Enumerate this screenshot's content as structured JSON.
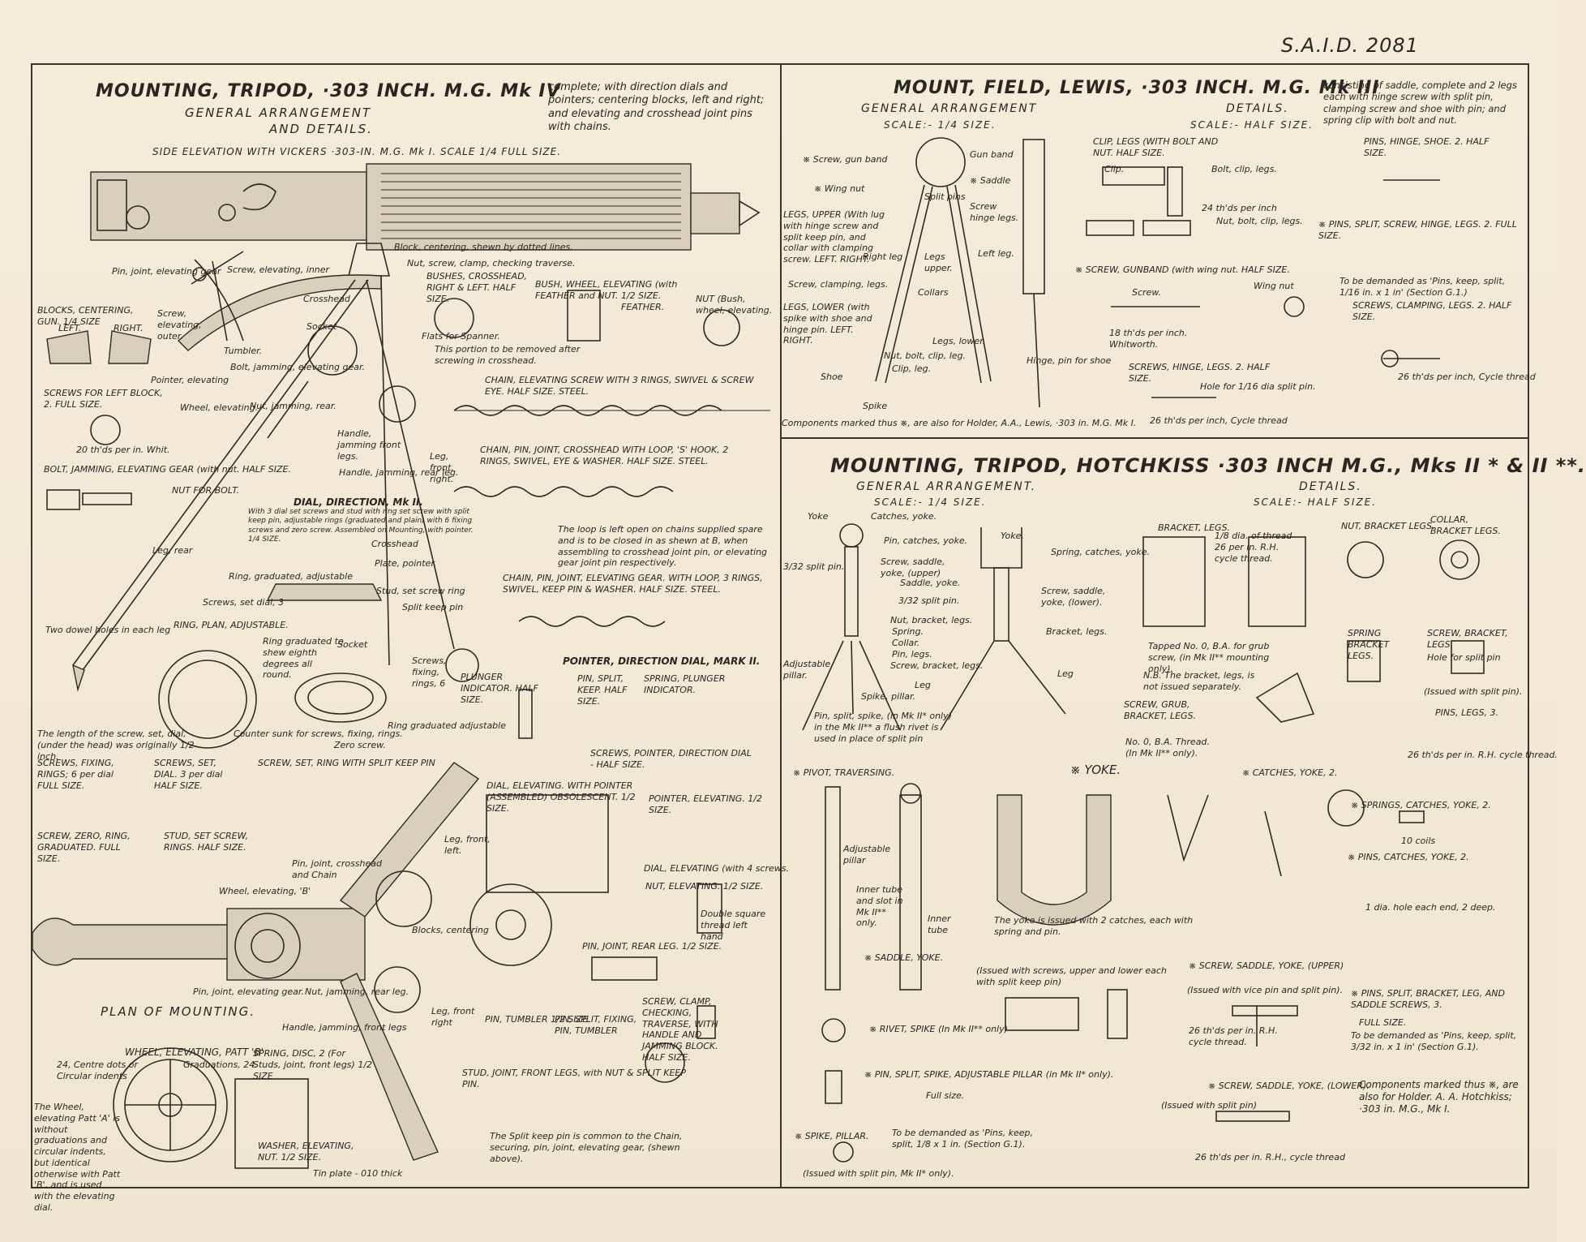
{
  "sheet_id": "S.A.I.D. 2081",
  "left": {
    "title": "MOUNTING, TRIPOD, ·303 INCH. M.G. Mk IV",
    "title_note": "complete; with direction dials and pointers; centering blocks, left and right; and elevating and crosshead joint pins with chains.",
    "subtitle1": "GENERAL ARRANGEMENT",
    "subtitle2": "AND DETAILS.",
    "side_elevation": "SIDE ELEVATION WITH VICKERS ·303-IN. M.G. Mk I. SCALE 1/4 FULL SIZE.",
    "plan": "PLAN OF MOUNTING."
  },
  "left_labels": [
    "Block, centering, shewn by dotted lines.",
    "Nut, screw, clamp, checking traverse.",
    "BUSHES, CROSSHEAD, RIGHT & LEFT. HALF SIZE.",
    "BUSH, WHEEL, ELEVATING (with FEATHER and NUT. 1/2 SIZE.",
    "NUT (Bush, wheel, elevating.",
    "FEATHER.",
    "Pin, joint, elevating gear",
    "Screw, elevating, inner",
    "Crosshead",
    "BLOCKS, CENTERING, GUN. 1/4 SIZE",
    "LEFT.",
    "RIGHT.",
    "Screw, elevating, outer.",
    "Socket",
    "Flats for Spanner.",
    "This portion to be removed after screwing in crosshead.",
    "Tumbler.",
    "Bolt, jamming, elevating gear.",
    "Pointer, elevating",
    "SCREWS FOR LEFT BLOCK, 2. FULL SIZE.",
    "20 th'ds per in. Whit.",
    "Wheel, elevating.",
    "Nut, jamming, rear.",
    "CHAIN, ELEVATING SCREW WITH 3 RINGS, SWIVEL & SCREW EYE. HALF SIZE. STEEL.",
    "Handle, jamming front legs.",
    "Handle, jamming, rear leg.",
    "Leg, front, right.",
    "BOLT, JAMMING, ELEVATING GEAR (with nut. HALF SIZE.",
    "NUT FOR BOLT.",
    "DIAL, DIRECTION, Mk II.",
    "With 3 dial set screws and stud with ring set screw with split keep pin, adjustable rings (graduated and plain) with 6 fixing screws and zero screw. Assembled on Mounting, with pointer. 1/4 SIZE.",
    "Crosshead",
    "CHAIN, PIN, JOINT, CROSSHEAD WITH LOOP, 'S' HOOK, 2 RINGS, SWIVEL, EYE & WASHER. HALF SIZE. STEEL.",
    "Leg, rear",
    "Ring, graduated, adjustable",
    "Plate, pointer.",
    "Screws, set dial, 3",
    "Stud, set screw ring",
    "Split keep pin",
    "Two dowel holes in each leg",
    "RING, PLAN, ADJUSTABLE.",
    "Ring graduated to shew eighth degrees all round.",
    "Socket",
    "Screws, fixing, rings, 6",
    "Counter sunk for screws, fixing, rings.",
    "Ring graduated adjustable",
    "Zero screw.",
    "The loop is left open on chains supplied spare and is to be closed in as shewn at B, when assembling to crosshead joint pin, or elevating gear joint pin respectively.",
    "CHAIN, PIN, JOINT, ELEVATING GEAR. WITH LOOP, 3 RINGS, SWIVEL, KEEP PIN & WASHER. HALF SIZE. STEEL.",
    "POINTER, DIRECTION DIAL, MARK II.",
    "PLUNGER INDICATOR. HALF SIZE.",
    "PIN, SPLIT, KEEP. HALF SIZE.",
    "SPRING, PLUNGER INDICATOR.",
    "The length of the screw, set, dial, (under the head) was originally 1/2 inch.",
    "SCREWS, FIXING, RINGS; 6 per dial FULL SIZE.",
    "SCREWS, SET, DIAL. 3 per dial HALF SIZE.",
    "SCREW, SET, RING WITH SPLIT KEEP PIN",
    "SCREWS, POINTER, DIRECTION DIAL - HALF SIZE.",
    "DIAL, ELEVATING. WITH POINTER (ASSEMBLED) OBSOLESCENT. 1/2 SIZE.",
    "POINTER, ELEVATING. 1/2 SIZE.",
    "SCREW, ZERO, RING, GRADUATED. FULL SIZE.",
    "STUD, SET SCREW, RINGS. HALF SIZE.",
    "Pin, joint, crosshead and Chain",
    "Wheel, elevating, 'B'",
    "Leg, front, left.",
    "DIAL, ELEVATING (with 4 screws.",
    "NUT, ELEVATING. 1/2 SIZE.",
    "Double square thread left hand",
    "Blocks, centering",
    "Pin, joint, elevating gear.",
    "Nut, jamming, rear leg.",
    "Leg, front right",
    "PIN, JOINT, REAR LEG. 1/2 SIZE.",
    "Handle, jamming, front legs",
    "PIN, TUMBLER 1/2 SIZE.",
    "PIN, SPLIT, FIXING, PIN, TUMBLER",
    "SCREW, CLAMP, CHECKING, TRAVERSE, WITH HANDLE AND JAMMING BLOCK. HALF SIZE.",
    "WHEEL, ELEVATING, PATT 'B'",
    "24, Centre dots or Circular indents",
    "Graduations, 24.",
    "SPRING, DISC, 2 (For Studs, joint, front legs) 1/2 SIZE",
    "The Wheel, elevating Patt 'A' is without graduations and circular indents, but identical otherwise with Patt 'B', and is used with the elevating dial.",
    "WASHER, ELEVATING, NUT. 1/2 SIZE.",
    "Tin plate - 010 thick",
    "STUD, JOINT, FRONT LEGS, with NUT & SPLIT KEEP PIN.",
    "The Split keep pin is common to the Chain, securing, pin, joint, elevating gear, (shewn above)."
  ],
  "right_top": {
    "title": "MOUNT, FIELD, LEWIS, ·303 INCH. M.G. Mk III",
    "title_note": "consisting of saddle, complete and 2 legs each with hinge screw with split pin, clamping screw and shoe with pin; and spring clip with bolt and nut.",
    "ga": "GENERAL ARRANGEMENT",
    "ga_scale": "SCALE:- 1/4 SIZE.",
    "details": "DETAILS.",
    "details_scale": "SCALE:- HALF SIZE.",
    "footnote": "Components marked thus ※, are also for Holder, A.A., Lewis, ·303 in. M.G. Mk I.",
    "labels": [
      "※ Screw, gun band",
      "Gun band",
      "※ Wing nut",
      "Split pins",
      "※ Saddle",
      "Screw hinge legs.",
      "LEGS, UPPER (With lug with hinge screw and split keep pin, and collar with clamping screw. LEFT. RIGHT.",
      "Legs upper.",
      "Left leg.",
      "Right leg",
      "Screw, clamping, legs.",
      "Collars",
      "LEGS, LOWER (with spike with shoe and hinge pin. LEFT. RIGHT.",
      "Legs, lower.",
      "Nut, bolt, clip, leg.",
      "Clip, leg.",
      "Shoe",
      "Spike",
      "Hinge, pin for shoe",
      "CLIP, LEGS (WITH BOLT AND NUT. HALF SIZE.",
      "Clip.",
      "Bolt, clip, legs.",
      "24 th'ds per inch",
      "Nut, bolt, clip, legs.",
      "※ SCREW, GUNBAND (with wing nut. HALF SIZE.",
      "Screw.",
      "Wing nut",
      "18 th'ds per inch. Whitworth.",
      "SCREWS, HINGE, LEGS. 2. HALF SIZE.",
      "Hole for 1/16 dia split pin.",
      "26 th'ds per inch, Cycle thread",
      "PINS, HINGE, SHOE. 2. HALF SIZE.",
      "※ PINS, SPLIT, SCREW, HINGE, LEGS. 2. FULL SIZE.",
      "To be demanded as 'Pins, keep, split, 1/16 in. x 1 in' (Section G.1.)",
      "SCREWS, CLAMPING, LEGS. 2. HALF SIZE.",
      "26 th'ds per inch, Cycle thread"
    ]
  },
  "right_bottom": {
    "title": "MOUNTING, TRIPOD, HOTCHKISS ·303 INCH M.G., Mks II * & II **.",
    "ga": "GENERAL ARRANGEMENT.",
    "ga_scale": "SCALE:- 1/4 SIZE.",
    "details": "DETAILS.",
    "details_scale": "SCALE:- HALF SIZE.",
    "footnote": "Components marked thus ※, are also for Holder. A. A. Hotchkiss; ·303 in. M.G., Mk I.",
    "labels": [
      "Yoke",
      "Catches, yoke.",
      "Yoke.",
      "Pin, catches, yoke.",
      "Spring, catches, yoke.",
      "3/32 split pin.",
      "Screw, saddle, yoke, (upper)",
      "Saddle, yoke.",
      "Screw, saddle, yoke, (lower).",
      "3/32 split pin.",
      "Nut, bracket, legs.",
      "Spring.",
      "Collar.",
      "Pin, legs.",
      "Screw, bracket, legs.",
      "Bracket, legs.",
      "Adjustable pillar.",
      "Spike, pillar.",
      "Pin, split, spike, (in Mk II* only) in the Mk II** a flush rivet is used in place of split pin",
      "Leg",
      "Leg",
      "BRACKET, LEGS.",
      "1/8 dia. of thread 26 per in. R.H. cycle thread.",
      "Tapped No. 0, B.A. for grub screw, (in Mk II** mounting only).",
      "N.B. The bracket, legs, is not issued separately.",
      "SCREW, GRUB, BRACKET, LEGS.",
      "No. 0, B.A. Thread. (In Mk II** only).",
      "NUT, BRACKET LEGS.",
      "COLLAR, BRACKET LEGS.",
      "SPRING BRACKET LEGS.",
      "SCREW, BRACKET, LEGS.",
      "Hole for split pin",
      "(Issued with split pin).",
      "PINS, LEGS, 3.",
      "26 th'ds per in. R.H. cycle thread.",
      "※ PIVOT, TRAVERSING.",
      "Adjustable pillar",
      "Inner tube and slot in Mk II** only.",
      "Inner tube",
      "※ YOKE.",
      "The yoke is issued with 2 catches, each with spring and pin.",
      "※ CATCHES, YOKE, 2.",
      "※ SPRINGS, CATCHES, YOKE, 2.",
      "10 coils",
      "※ PINS, CATCHES, YOKE, 2.",
      "1 dia. hole each end, 2 deep.",
      "※ SADDLE, YOKE.",
      "(Issued with screws, upper and lower each with split keep pin)",
      "※ SCREW, SADDLE, YOKE, (UPPER)",
      "(Issued with vice pin and split pin).",
      "26 th'ds per in. R.H. cycle thread.",
      "※ PINS, SPLIT, BRACKET, LEG, AND SADDLE SCREWS, 3.",
      "FULL SIZE.",
      "To be demanded as 'Pins, keep, split, 3/32 in. x 1 in' (Section G.1).",
      "※ RIVET, SPIKE (In Mk II** only)",
      "※ PIN, SPLIT, SPIKE, ADJUSTABLE PILLAR (in Mk II* only).",
      "Full size.",
      "To be demanded as 'Pins, keep, split, 1/8 x 1 in. (Section G.1).",
      "※ SPIKE, PILLAR.",
      "(Issued with split pin, Mk II* only).",
      "※ SCREW, SADDLE, YOKE, (LOWER).",
      "(Issued with split pin)",
      "26 th'ds per in. R.H., cycle thread"
    ]
  }
}
